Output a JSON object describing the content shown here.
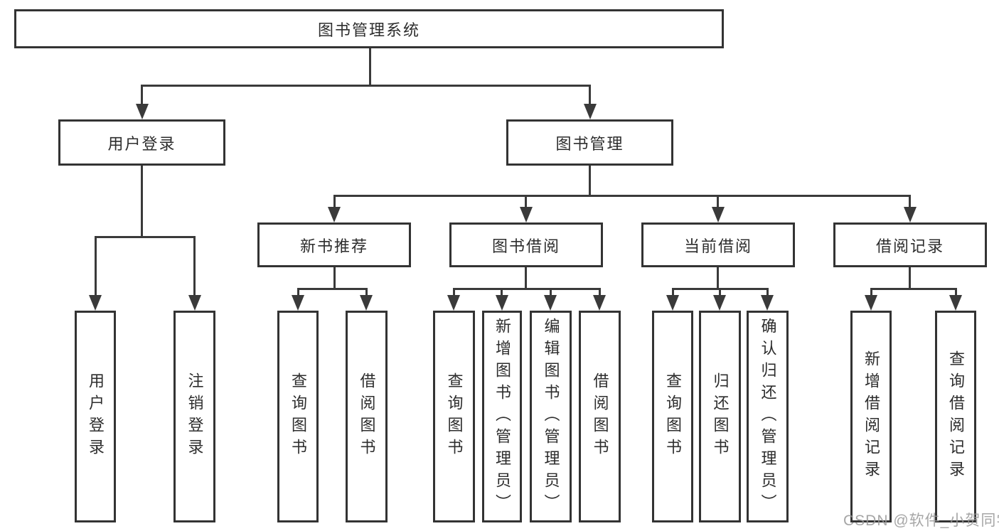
{
  "tree": {
    "label": "图书管理系统",
    "children": [
      {
        "label": "用户登录",
        "children": [
          {
            "label": "用户登录"
          },
          {
            "label": "注销登录"
          }
        ]
      },
      {
        "label": "图书管理",
        "children": [
          {
            "label": "新书推荐",
            "children": [
              {
                "label": "查询图书"
              },
              {
                "label": "借阅图书"
              }
            ]
          },
          {
            "label": "图书借阅",
            "children": [
              {
                "label": "查询图书"
              },
              {
                "label": "新增图书（管理员）"
              },
              {
                "label": "编辑图书（管理员）"
              },
              {
                "label": "借阅图书"
              }
            ]
          },
          {
            "label": "当前借阅",
            "children": [
              {
                "label": "查询图书"
              },
              {
                "label": "归还图书"
              },
              {
                "label": "确认归还（管理员）"
              }
            ]
          },
          {
            "label": "借阅记录",
            "children": [
              {
                "label": "新增借阅记录"
              },
              {
                "label": "查询借阅记录"
              }
            ]
          }
        ]
      }
    ]
  },
  "watermark": {
    "text": "CSDN @软件_小贺同学"
  },
  "colors": {
    "line": "#3a3a3a",
    "box_border": "#333333",
    "text": "#2d2d2d",
    "watermark": "#969696",
    "background": "#ffffff"
  }
}
